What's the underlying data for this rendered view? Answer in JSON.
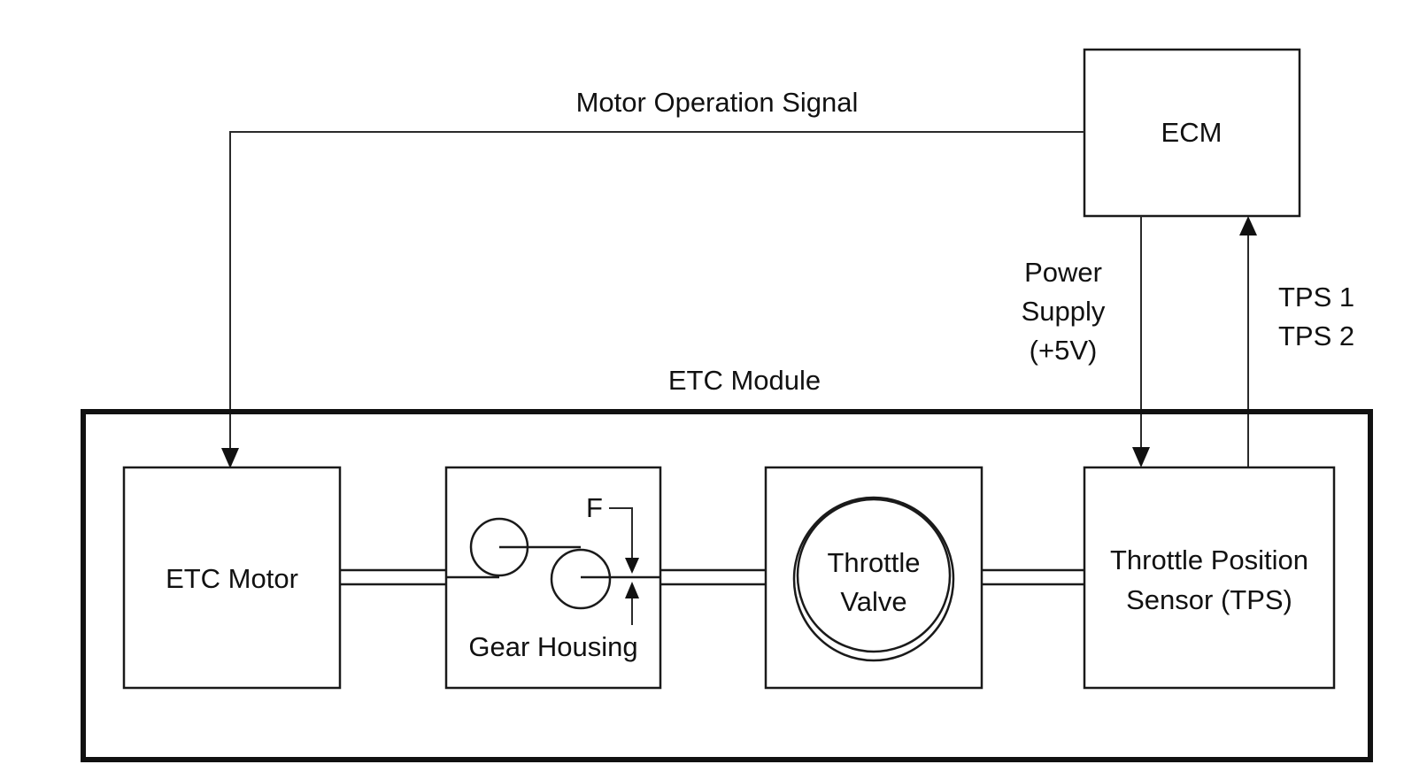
{
  "labels": {
    "motor_operation_signal": "Motor Operation Signal",
    "ecm": "ECM",
    "power_supply_line1": "Power",
    "power_supply_line2": "Supply",
    "power_supply_line3": "(+5V)",
    "tps1": "TPS 1",
    "tps2": "TPS 2",
    "etc_module": "ETC Module",
    "etc_motor": "ETC Motor",
    "gear_housing": "Gear Housing",
    "force": "F",
    "throttle_valve_line1": "Throttle",
    "throttle_valve_line2": "Valve",
    "tps_line1": "Throttle Position",
    "tps_line2": "Sensor (TPS)"
  }
}
